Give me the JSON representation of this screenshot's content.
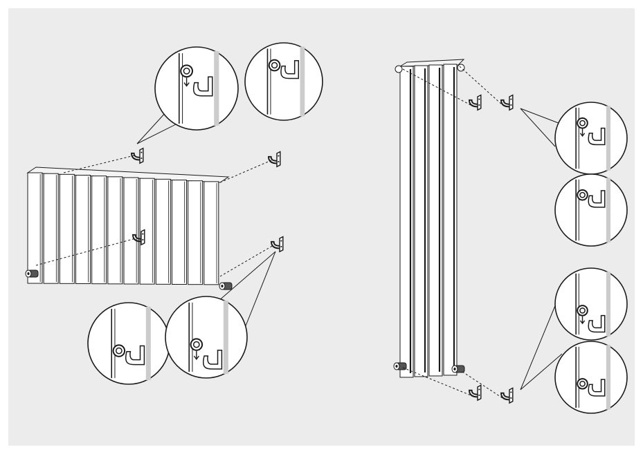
{
  "figure": {
    "background_color": "#ececec",
    "line_color": "#1a1a1a",
    "fill_color": "#ffffff",
    "wall_color": "#cccccc",
    "left_assembly": {
      "type": "horizontal-radiator",
      "column_count": 12,
      "bracket_count": 4,
      "detail_callouts": [
        {
          "name": "upper-bracket-engaging",
          "pipe_position": "top",
          "arrow": "down"
        },
        {
          "name": "upper-bracket-seated",
          "pipe_position": "top",
          "arrow": "none"
        },
        {
          "name": "lower-bracket-seated",
          "pipe_position": "bottom",
          "arrow": "none"
        },
        {
          "name": "lower-bracket-engaging",
          "pipe_position": "bottom",
          "arrow": "down"
        }
      ]
    },
    "right_assembly": {
      "type": "vertical-radiator",
      "column_count": 4,
      "bracket_count": 4,
      "detail_callouts": [
        {
          "name": "upper-bracket-engaging",
          "pipe_position": "top",
          "arrow": "down"
        },
        {
          "name": "upper-bracket-seated",
          "pipe_position": "top",
          "arrow": "none"
        },
        {
          "name": "lower-bracket-engaging",
          "pipe_position": "bottom",
          "arrow": "down"
        },
        {
          "name": "lower-bracket-seated",
          "pipe_position": "bottom",
          "arrow": "none"
        }
      ]
    }
  }
}
